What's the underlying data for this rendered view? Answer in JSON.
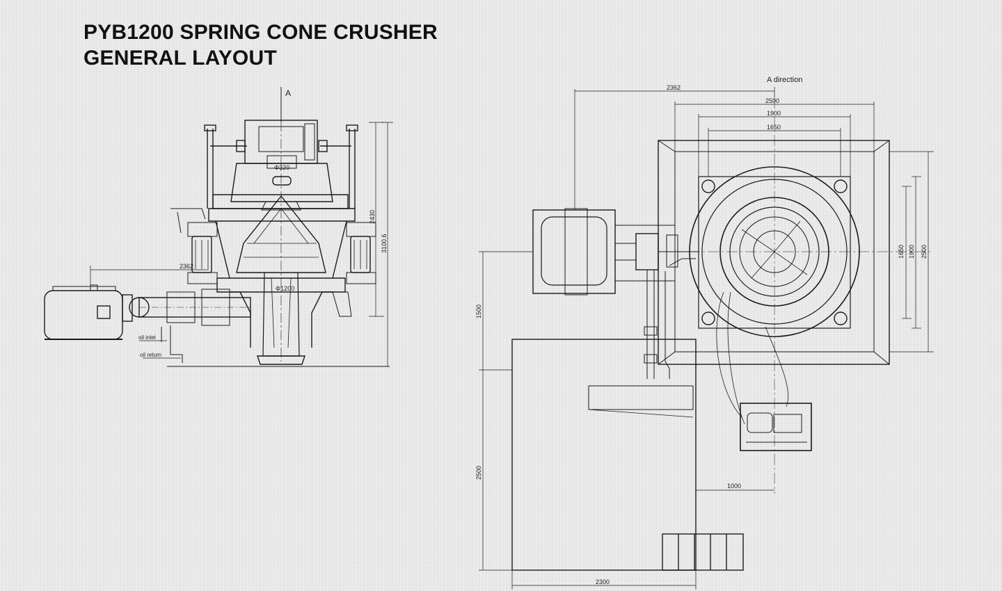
{
  "title": {
    "line1": "PYB1200 SPRING CONE CRUSHER",
    "line2": "GENERAL LAYOUT"
  },
  "side_view": {
    "section_mark": "A",
    "dim_height_main": "2430",
    "dim_height_total": "3100.6",
    "dim_width": "2362",
    "dim_feed": "Φ320",
    "dim_bottom": "Φ1200",
    "label_inlet": "oil inlet",
    "label_return": "oil return"
  },
  "plan_view": {
    "direction_label": "A direction",
    "dim_top_2362": "2362",
    "dim_top_2500": "2500",
    "dim_top_1900": "1900",
    "dim_top_1650": "1650",
    "dim_right_1650": "1650",
    "dim_right_1900": "1900",
    "dim_right_2500": "2500",
    "dim_left_1500": "1500",
    "dim_left_2500": "2500",
    "dim_bottom_2300": "2300",
    "dim_station_1000": "1000"
  }
}
